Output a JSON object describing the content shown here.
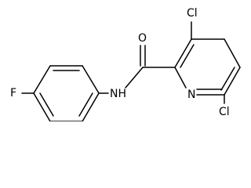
{
  "atoms": {
    "f": "F",
    "nh": "NH",
    "o": "O",
    "n": "N",
    "cl3": "Cl",
    "cl6": "Cl"
  },
  "colors": {
    "background": "#ffffff",
    "ink": "#000000"
  }
}
